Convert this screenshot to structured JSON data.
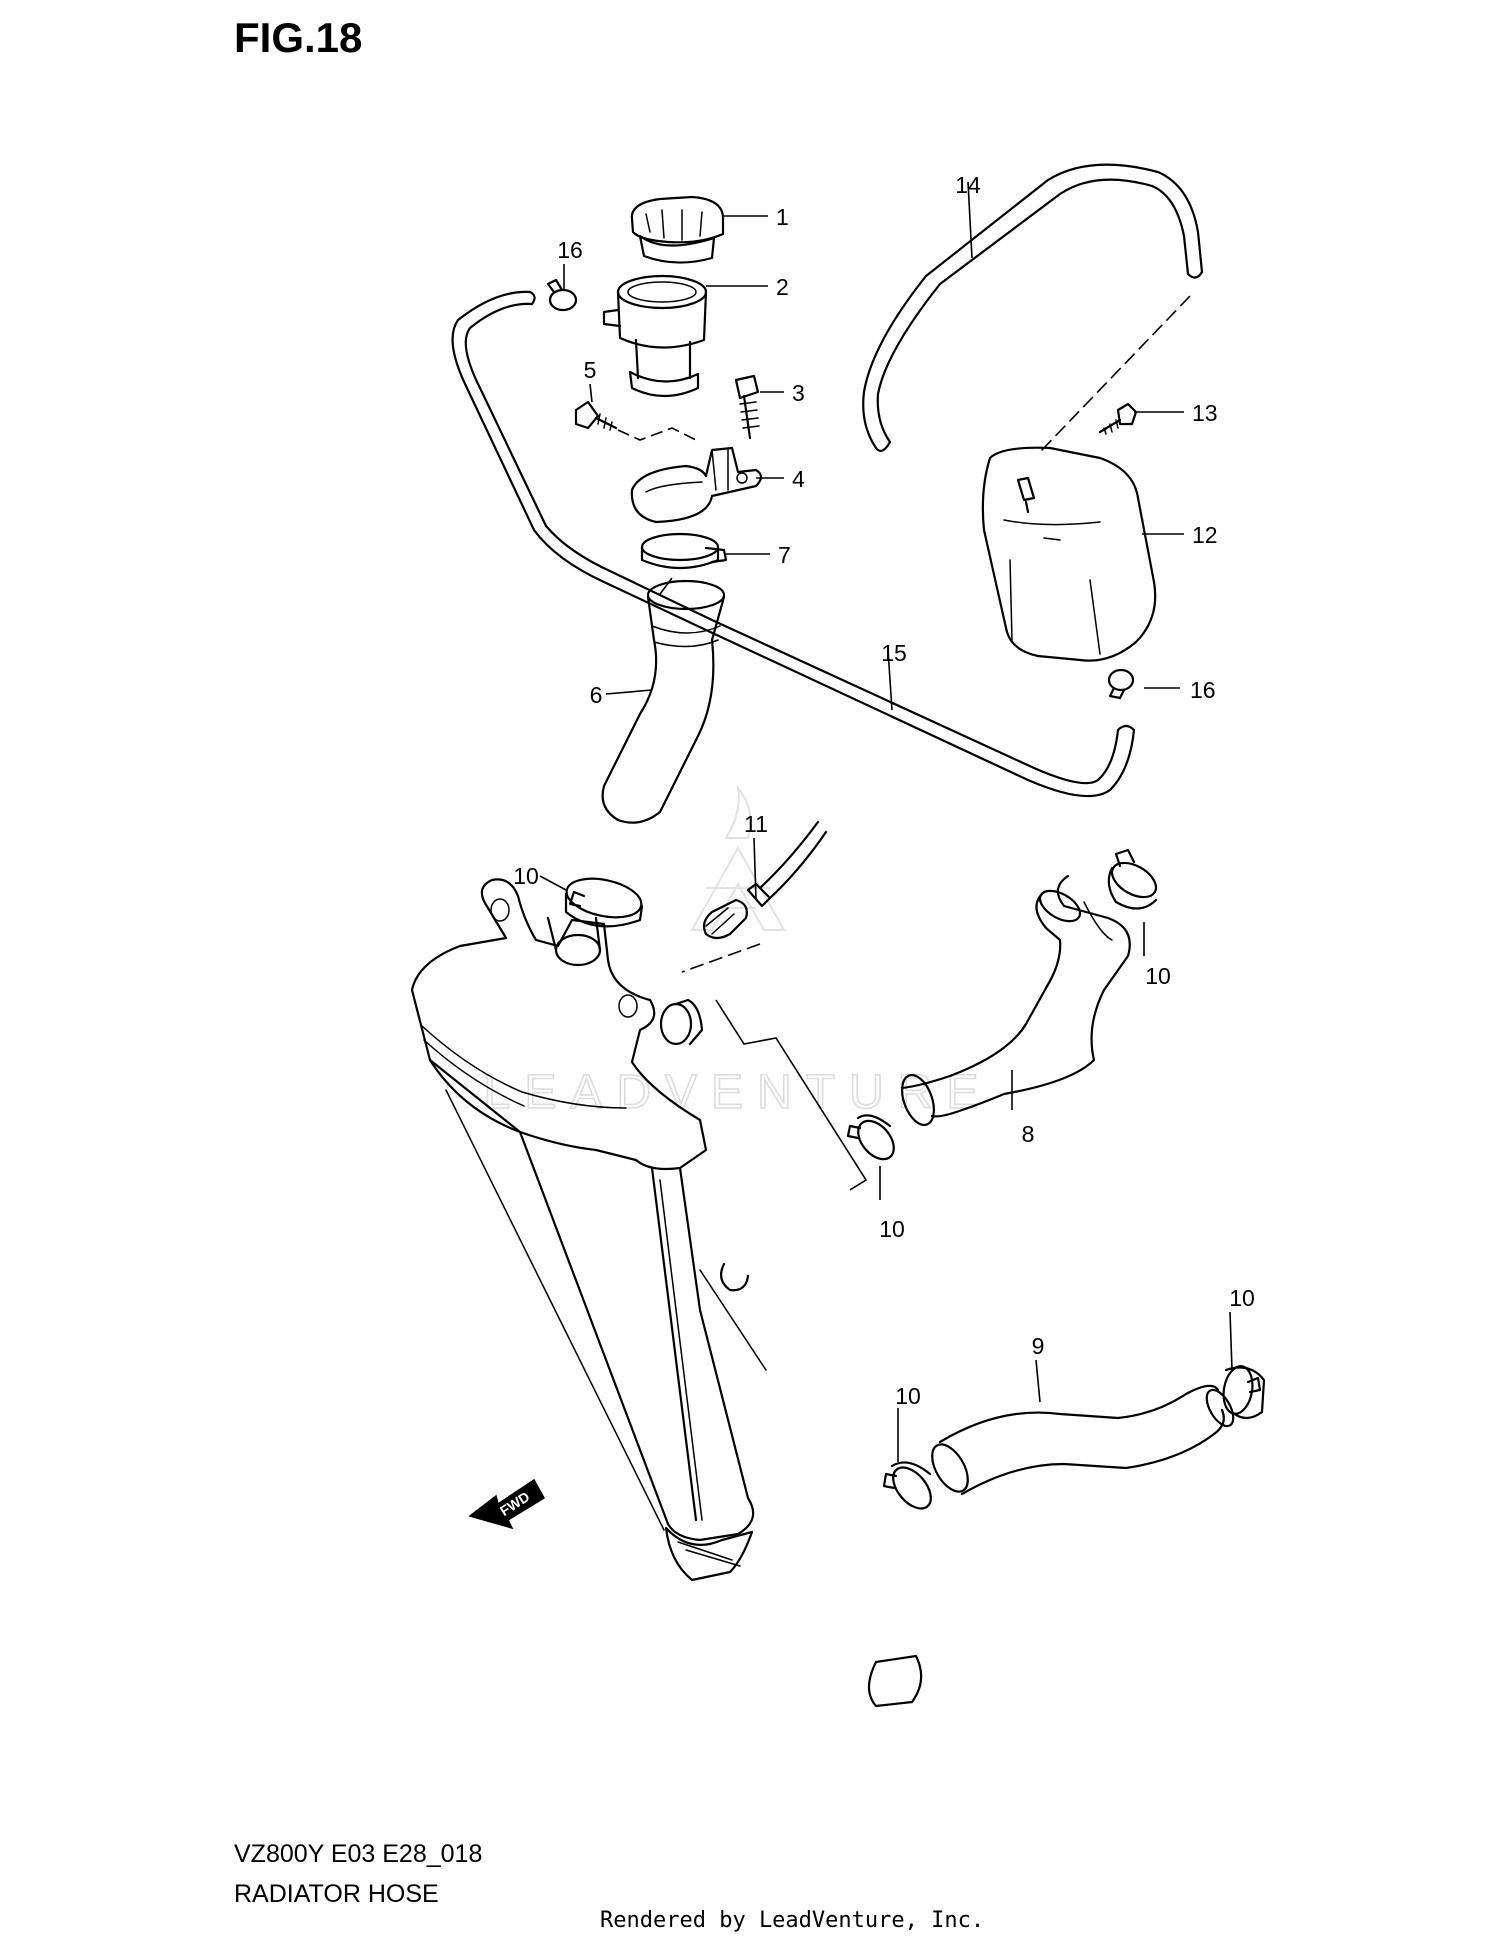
{
  "figure": {
    "title": "FIG.18"
  },
  "footer": {
    "model_code": "VZ800Y E03 E28_018",
    "assembly_name": "RADIATOR HOSE",
    "rendered_by": "Rendered by LeadVenture, Inc."
  },
  "watermark": {
    "text": "LEADVENTURE"
  },
  "fwd_label": "FWD",
  "callouts": [
    "1",
    "2",
    "3",
    "4",
    "5",
    "6",
    "7",
    "8",
    "9",
    "10",
    "11",
    "12",
    "13",
    "14",
    "15",
    "16"
  ]
}
